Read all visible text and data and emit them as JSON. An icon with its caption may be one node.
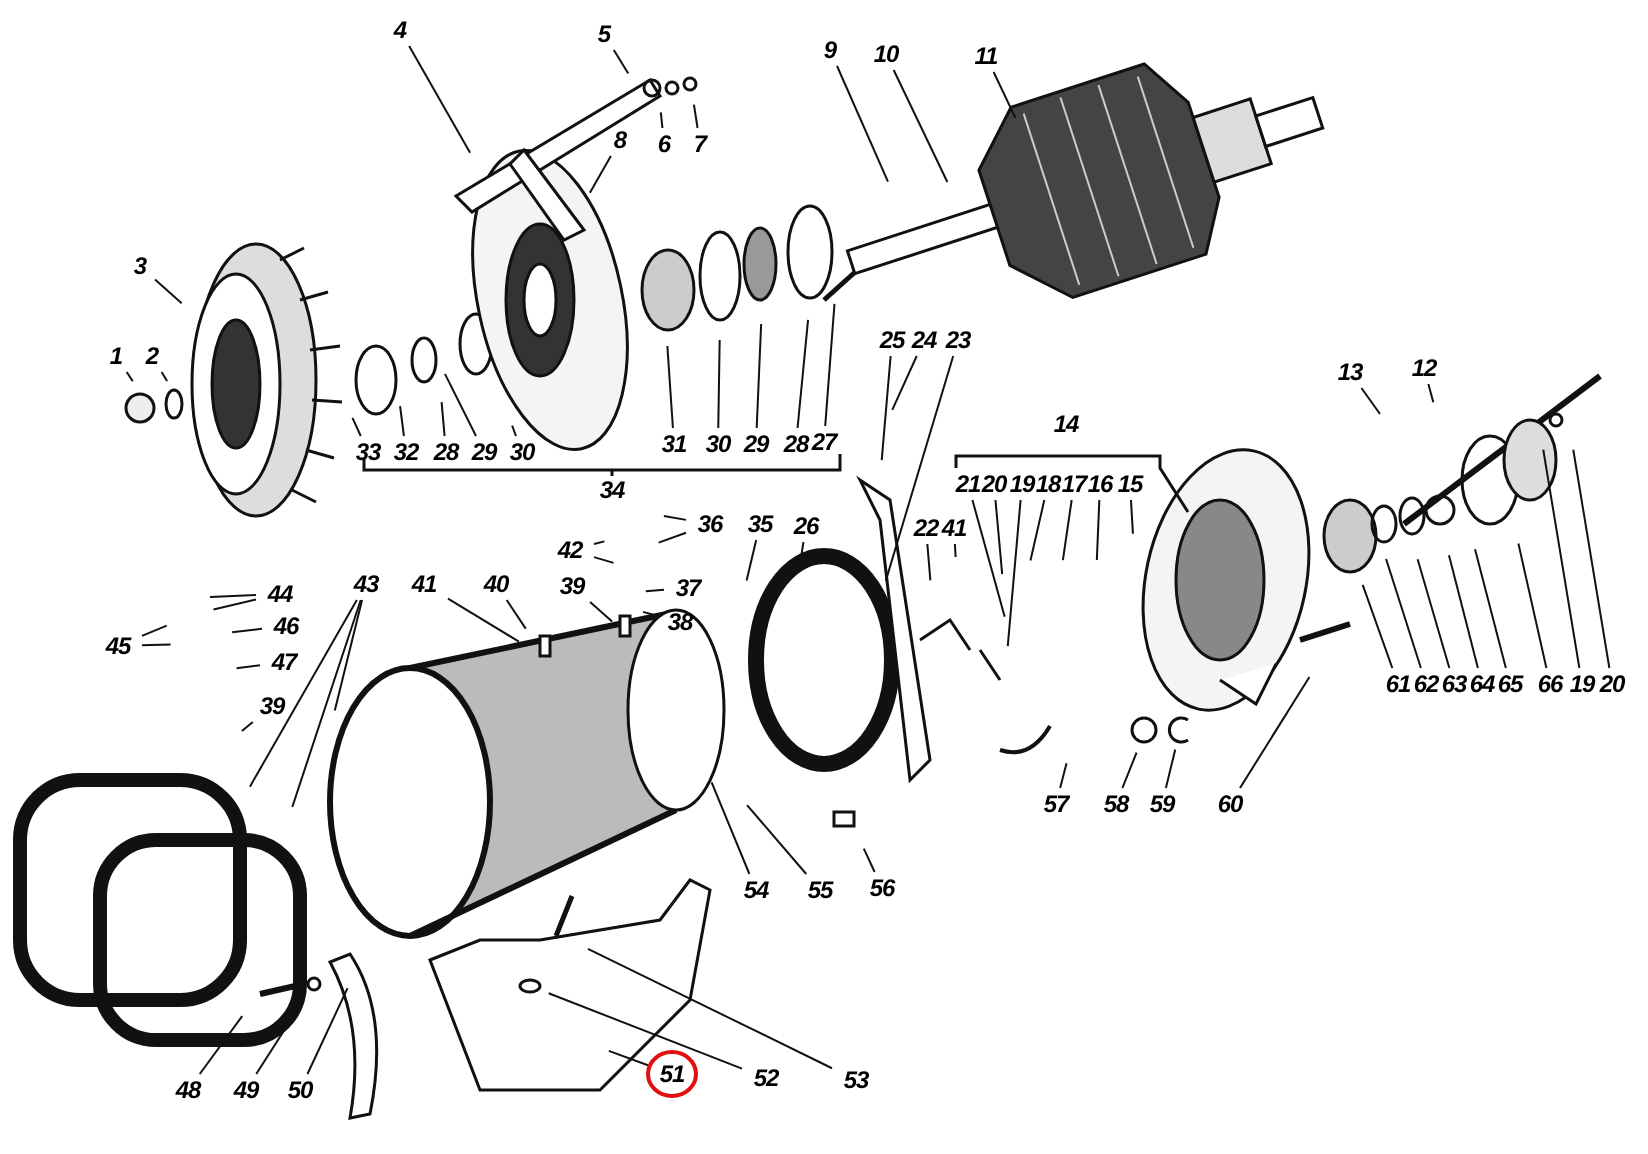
{
  "diagram": {
    "nodes": [
      {
        "text": [
          "1"
        ]
      },
      {
        "text": [
          "2"
        ]
      },
      {
        "text": [
          "3"
        ]
      },
      {
        "text": [
          "4"
        ]
      },
      {
        "text": [
          "5"
        ]
      },
      {
        "text": [
          "6"
        ]
      },
      {
        "text": [
          "7"
        ]
      },
      {
        "text": [
          "8"
        ]
      },
      {
        "text": [
          "9"
        ]
      },
      {
        "text": [
          "10"
        ]
      },
      {
        "text": [
          "11"
        ]
      },
      {
        "text": [
          "33"
        ]
      },
      {
        "text": [
          "32"
        ]
      },
      {
        "text": [
          "28"
        ]
      },
      {
        "text": [
          "29"
        ]
      },
      {
        "text": [
          "30"
        ]
      },
      {
        "text": [
          "31"
        ]
      },
      {
        "text": [
          "30"
        ]
      },
      {
        "text": [
          "29"
        ]
      },
      {
        "text": [
          "28"
        ]
      },
      {
        "text": [
          "27"
        ]
      },
      {
        "text": [
          "34"
        ]
      },
      {
        "text": [
          "25"
        ]
      },
      {
        "text": [
          "24"
        ]
      },
      {
        "text": [
          "23"
        ]
      },
      {
        "text": [
          "14"
        ]
      },
      {
        "text": [
          "13"
        ]
      },
      {
        "text": [
          "12"
        ]
      },
      {
        "text": [
          "21"
        ]
      },
      {
        "text": [
          "20"
        ]
      },
      {
        "text": [
          "19"
        ]
      },
      {
        "text": [
          "18"
        ]
      },
      {
        "text": [
          "17"
        ]
      },
      {
        "text": [
          "16"
        ]
      },
      {
        "text": [
          "15"
        ]
      },
      {
        "text": [
          "36"
        ]
      },
      {
        "text": [
          "35"
        ]
      },
      {
        "text": [
          "26"
        ]
      },
      {
        "text": [
          "42"
        ]
      },
      {
        "text": [
          "22"
        ]
      },
      {
        "text": [
          "41"
        ]
      },
      {
        "text": [
          "44"
        ]
      },
      {
        "text": [
          "43"
        ]
      },
      {
        "text": [
          "41"
        ]
      },
      {
        "text": [
          "40"
        ]
      },
      {
        "text": [
          "39"
        ]
      },
      {
        "text": [
          "37"
        ]
      },
      {
        "text": [
          "38"
        ]
      },
      {
        "text": [
          "45"
        ]
      },
      {
        "text": [
          "46"
        ]
      },
      {
        "text": [
          "47"
        ]
      },
      {
        "text": [
          "39"
        ]
      },
      {
        "text": [
          "61"
        ]
      },
      {
        "text": [
          "62"
        ]
      },
      {
        "text": [
          "63"
        ]
      },
      {
        "text": [
          "64"
        ]
      },
      {
        "text": [
          "65"
        ]
      },
      {
        "text": [
          "66"
        ]
      },
      {
        "text": [
          "19"
        ]
      },
      {
        "text": [
          "20"
        ]
      },
      {
        "text": [
          "57"
        ]
      },
      {
        "text": [
          "58"
        ]
      },
      {
        "text": [
          "59"
        ]
      },
      {
        "text": [
          "60"
        ]
      },
      {
        "text": [
          "54"
        ]
      },
      {
        "text": [
          "55"
        ]
      },
      {
        "text": [
          "56"
        ]
      },
      {
        "text": [
          "48"
        ]
      },
      {
        "text": [
          "49"
        ]
      },
      {
        "text": [
          "50"
        ]
      },
      {
        "text": [
          "51"
        ]
      },
      {
        "text": [
          "52"
        ]
      },
      {
        "text": [
          "53"
        ]
      }
    ],
    "edges": [
      {
        "from": 0,
        "to": null,
        "arrow": "none"
      },
      {
        "from": 1,
        "to": null,
        "arrow": "none"
      },
      {
        "from": 2,
        "to": null,
        "arrow": "none"
      },
      {
        "from": 3,
        "to": null,
        "arrow": "none"
      },
      {
        "from": 4,
        "to": null,
        "arrow": "none"
      },
      {
        "from": 5,
        "to": null,
        "arrow": "none"
      },
      {
        "from": 6,
        "to": null,
        "arrow": "none"
      },
      {
        "from": 7,
        "to": null,
        "arrow": "none"
      },
      {
        "from": 8,
        "to": null,
        "arrow": "none"
      },
      {
        "from": 9,
        "to": null,
        "arrow": "none"
      },
      {
        "from": 10,
        "to": null,
        "arrow": "none"
      },
      {
        "from": 11,
        "to": null,
        "arrow": "none"
      },
      {
        "from": 12,
        "to": null,
        "arrow": "none"
      },
      {
        "from": 13,
        "to": null,
        "arrow": "none"
      },
      {
        "from": 14,
        "to": null,
        "arrow": "none"
      },
      {
        "from": 15,
        "to": null,
        "arrow": "none"
      },
      {
        "from": 16,
        "to": null,
        "arrow": "none"
      },
      {
        "from": 17,
        "to": null,
        "arrow": "none"
      },
      {
        "from": 18,
        "to": null,
        "arrow": "none"
      },
      {
        "from": 19,
        "to": null,
        "arrow": "none"
      },
      {
        "from": 20,
        "to": null,
        "arrow": "none"
      },
      {
        "from": 22,
        "to": null,
        "arrow": "none"
      },
      {
        "from": 23,
        "to": null,
        "arrow": "none"
      },
      {
        "from": 24,
        "to": null,
        "arrow": "none"
      },
      {
        "from": 28,
        "to": null,
        "arrow": "none"
      },
      {
        "from": 29,
        "to": null,
        "arrow": "none"
      },
      {
        "from": 30,
        "to": null,
        "arrow": "none"
      },
      {
        "from": 31,
        "to": null,
        "arrow": "none"
      },
      {
        "from": 32,
        "to": null,
        "arrow": "none"
      },
      {
        "from": 33,
        "to": null,
        "arrow": "none"
      },
      {
        "from": 34,
        "to": null,
        "arrow": "none"
      },
      {
        "from": 26,
        "to": null,
        "arrow": "none"
      },
      {
        "from": 27,
        "to": null,
        "arrow": "none"
      },
      {
        "from": 35,
        "to": null,
        "arrow": "none"
      },
      {
        "from": 35,
        "to": null,
        "arrow": "none"
      },
      {
        "from": 36,
        "to": null,
        "arrow": "none"
      },
      {
        "from": 37,
        "to": null,
        "arrow": "none"
      },
      {
        "from": 38,
        "to": null,
        "arrow": "none"
      },
      {
        "from": 38,
        "to": null,
        "arrow": "none"
      },
      {
        "from": 39,
        "to": null,
        "arrow": "none"
      },
      {
        "from": 40,
        "to": null,
        "arrow": "none"
      },
      {
        "from": 41,
        "to": null,
        "arrow": "none"
      },
      {
        "from": 41,
        "to": null,
        "arrow": "none"
      },
      {
        "from": 42,
        "to": null,
        "arrow": "none"
      },
      {
        "from": 42,
        "to": null,
        "arrow": "none"
      },
      {
        "from": 42,
        "to": null,
        "arrow": "none"
      },
      {
        "from": 43,
        "to": null,
        "arrow": "none"
      },
      {
        "from": 44,
        "to": null,
        "arrow": "none"
      },
      {
        "from": 45,
        "to": null,
        "arrow": "none"
      },
      {
        "from": 46,
        "to": null,
        "arrow": "none"
      },
      {
        "from": 47,
        "to": null,
        "arrow": "none"
      },
      {
        "from": 48,
        "to": null,
        "arrow": "none"
      },
      {
        "from": 48,
        "to": null,
        "arrow": "none"
      },
      {
        "from": 49,
        "to": null,
        "arrow": "none"
      },
      {
        "from": 50,
        "to": null,
        "arrow": "none"
      },
      {
        "from": 51,
        "to": null,
        "arrow": "none"
      },
      {
        "from": 52,
        "to": null,
        "arrow": "none"
      },
      {
        "from": 53,
        "to": null,
        "arrow": "none"
      },
      {
        "from": 54,
        "to": null,
        "arrow": "none"
      },
      {
        "from": 55,
        "to": null,
        "arrow": "none"
      },
      {
        "from": 56,
        "to": null,
        "arrow": "none"
      },
      {
        "from": 57,
        "to": null,
        "arrow": "none"
      },
      {
        "from": 58,
        "to": null,
        "arrow": "none"
      },
      {
        "from": 59,
        "to": null,
        "arrow": "none"
      },
      {
        "from": 60,
        "to": null,
        "arrow": "none"
      },
      {
        "from": 61,
        "to": null,
        "arrow": "none"
      },
      {
        "from": 62,
        "to": null,
        "arrow": "none"
      },
      {
        "from": 63,
        "to": null,
        "arrow": "none"
      },
      {
        "from": 64,
        "to": null,
        "arrow": "none"
      },
      {
        "from": 65,
        "to": null,
        "arrow": "none"
      },
      {
        "from": 66,
        "to": null,
        "arrow": "none"
      },
      {
        "from": 67,
        "to": null,
        "arrow": "none"
      },
      {
        "from": 68,
        "to": null,
        "arrow": "none"
      },
      {
        "from": 69,
        "to": null,
        "arrow": "none"
      },
      {
        "from": 70,
        "to": null,
        "arrow": "none"
      },
      {
        "from": 71,
        "to": null,
        "arrow": "none"
      },
      {
        "from": 72,
        "to": null,
        "arrow": "none"
      }
    ]
  }
}
